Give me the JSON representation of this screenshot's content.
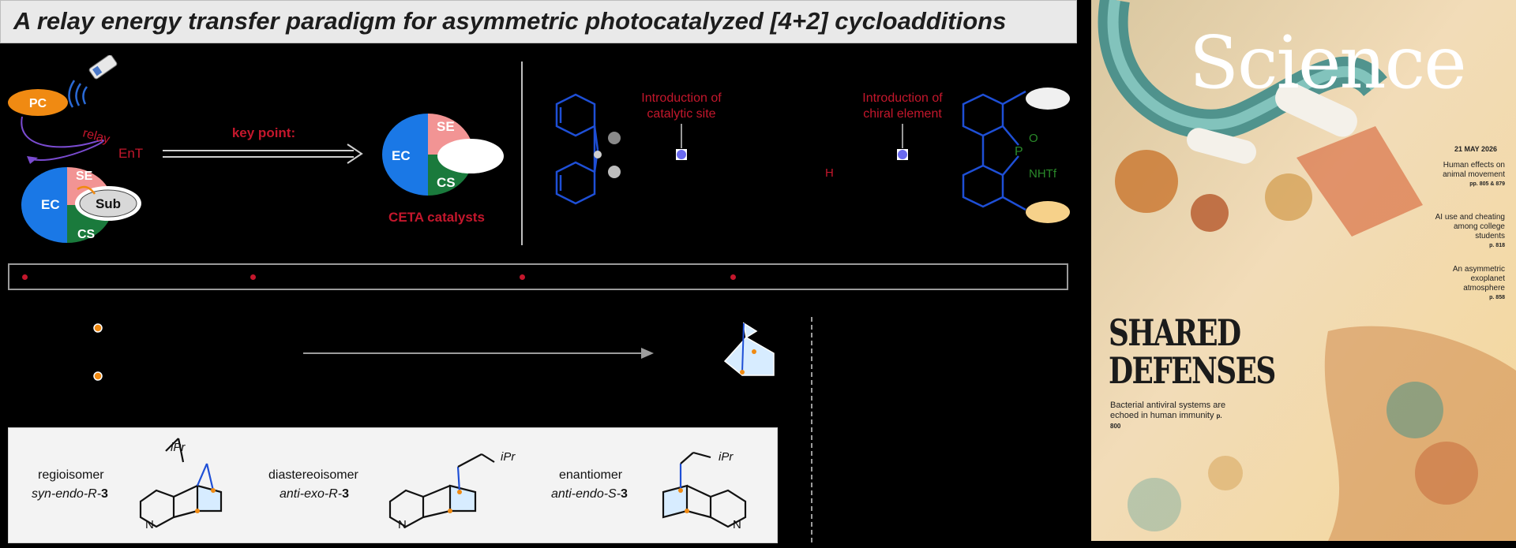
{
  "title": "A relay energy transfer paradigm for asymmetric photocatalyzed [4+2] cycloadditions",
  "scheme": {
    "pc_label": "PC",
    "relay_label": "relay",
    "ent_label": "EnT",
    "ec_label": "EC",
    "se_label": "SE",
    "cs_label": "CS",
    "sub_label": "Sub",
    "key_point": "key point:",
    "ceta_label": "CETA catalysts"
  },
  "design": {
    "catalytic_site": "Introduction of\ncatalytic site",
    "chiral_element": "Introduction of\nchiral element",
    "h_label": "H",
    "p_label": "P",
    "o_label": "O",
    "nhtf_label": "NHTf"
  },
  "isomers": [
    {
      "name": "regioisomer",
      "sub": "syn-endo-R-",
      "num": "3"
    },
    {
      "name": "diastereoisomer",
      "sub": "anti-exo-R-",
      "num": "3"
    },
    {
      "name": "enantiomer",
      "sub": "anti-endo-S-",
      "num": "3"
    }
  ],
  "isomer_labels": {
    "ipr": "iPr",
    "n": "N"
  },
  "cover": {
    "masthead": "Science",
    "date": "21 MAY 2026",
    "headline1": "SHARED",
    "headline2": "DEFENSES",
    "deck": "Bacterial antiviral systems are echoed in human immunity",
    "deck_page": "p. 800",
    "teasers": [
      {
        "text": "Human effects on animal movement",
        "page": "pp. 805 & 879"
      },
      {
        "text": "AI use and cheating among college students",
        "page": "p. 818"
      },
      {
        "text": "An asymmetric exoplanet atmosphere",
        "page": "p. 858"
      }
    ]
  },
  "colors": {
    "red": "#c4172c",
    "blue": "#1a78e6",
    "green": "#1a7a3c",
    "pink": "#f29494",
    "orange": "#f08a12",
    "struct_blue": "#1e4fd6",
    "p_green": "#2a8a2a"
  }
}
